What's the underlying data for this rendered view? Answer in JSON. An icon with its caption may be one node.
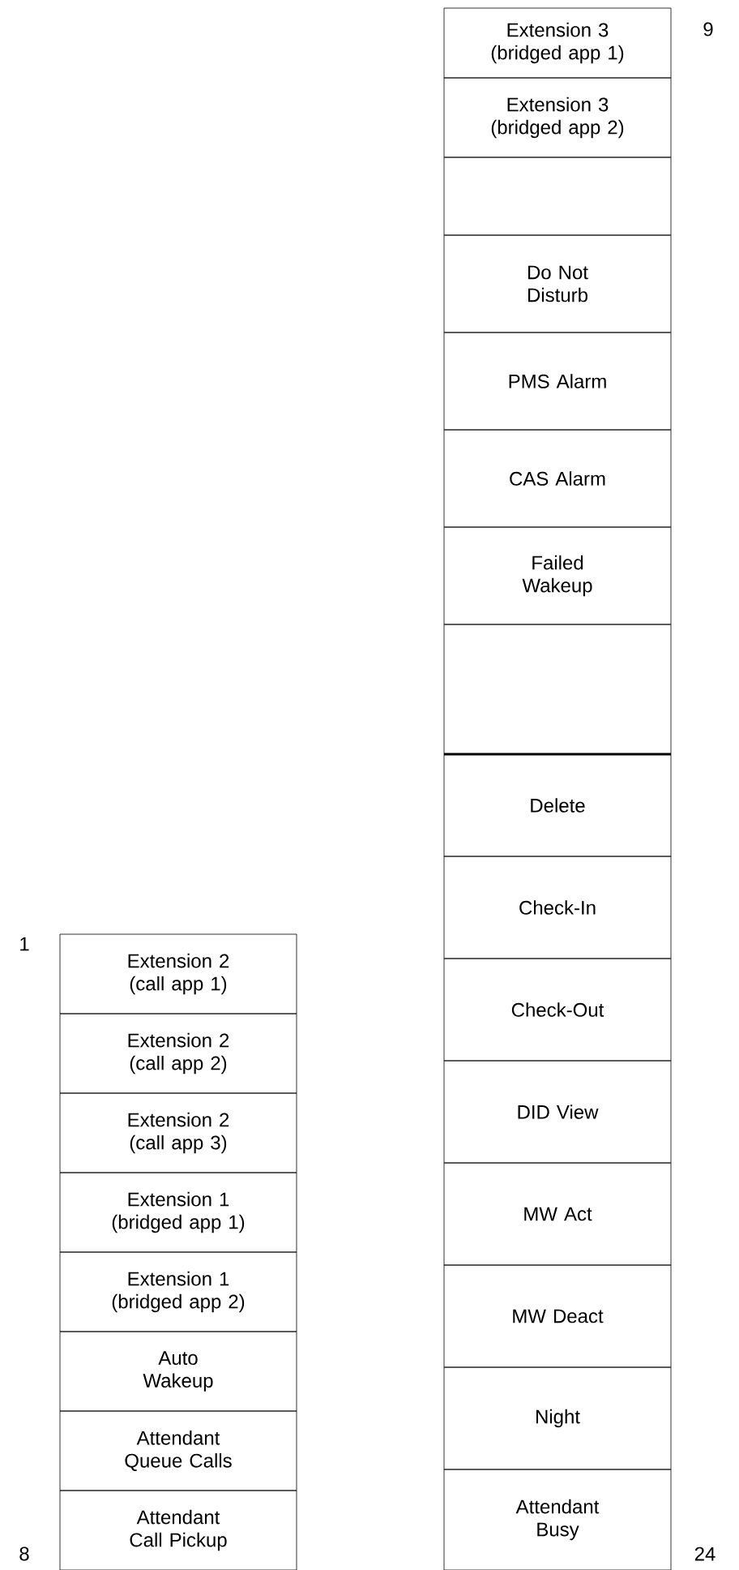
{
  "diagram": {
    "nodes": [
      {
        "text": [
          "Extension 2 (call app 1)"
        ]
      },
      {
        "text": [
          "Extension 2 (call app 2)"
        ]
      },
      {
        "text": [
          "Extension 2 (call app 3)"
        ]
      },
      {
        "text": [
          "Extension 1 (bridged app 1)"
        ]
      },
      {
        "text": [
          "Extension 1 (bridged app 2)"
        ]
      },
      {
        "text": [
          "Auto Wakeup"
        ]
      },
      {
        "text": [
          "Attendant Queue Calls"
        ]
      },
      {
        "text": [
          "Attendant Call Pickup"
        ]
      },
      {
        "text": [
          "Extension 3 (bridged app 1)"
        ]
      },
      {
        "text": [
          "Extension 3 (bridged app 2)"
        ]
      },
      {
        "text": [],
        "shape": "box"
      },
      {
        "text": [
          "Do Not Disturb"
        ]
      },
      {
        "text": [
          "PMS Alarm"
        ]
      },
      {
        "text": [
          "CAS Alarm"
        ]
      },
      {
        "text": [
          "Failed Wakeup"
        ]
      },
      {
        "text": [],
        "shape": "box"
      },
      {
        "text": [
          "Delete"
        ]
      },
      {
        "text": [
          "Check-In"
        ]
      },
      {
        "text": [
          "Check-Out"
        ]
      },
      {
        "text": [
          "DID View"
        ]
      },
      {
        "text": [
          "MW Act"
        ]
      },
      {
        "text": [
          "MW Deact"
        ]
      },
      {
        "text": [
          "Night"
        ]
      },
      {
        "text": [
          "Attendant Busy"
        ]
      }
    ],
    "labels": [
      "9",
      "1",
      "8",
      "24"
    ]
  }
}
